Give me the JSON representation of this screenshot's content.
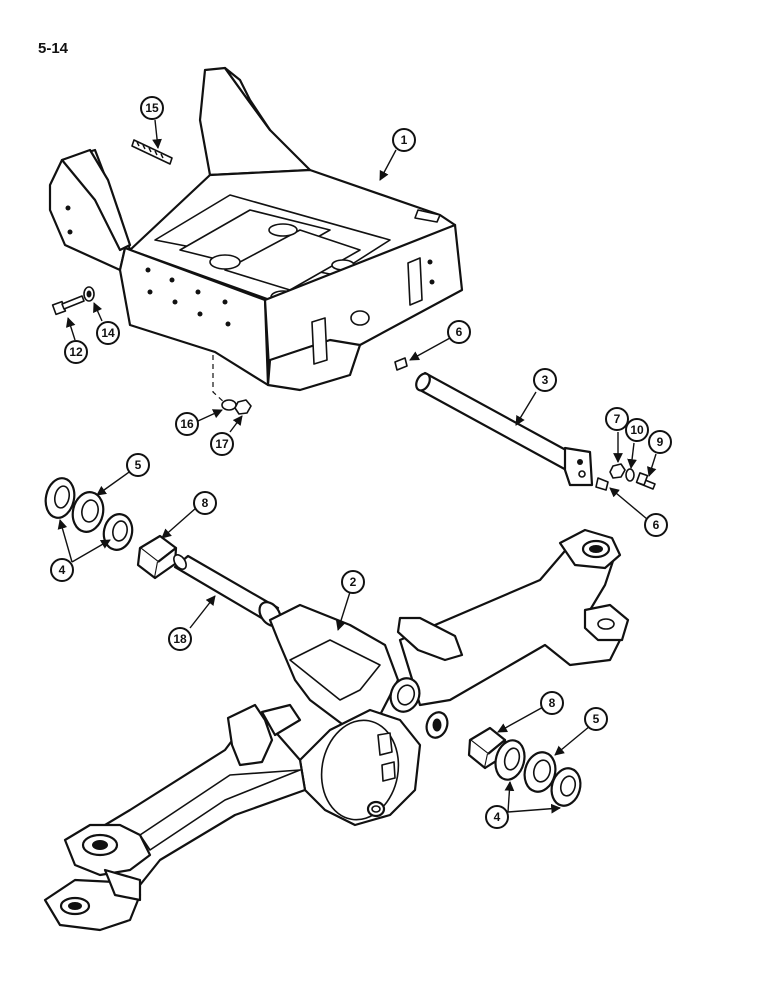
{
  "page_number": "5-14",
  "callouts": {
    "c1": "1",
    "c2": "2",
    "c3": "3",
    "c4a": "4",
    "c4b": "4",
    "c5a": "5",
    "c5b": "5",
    "c6a": "6",
    "c6b": "6",
    "c7": "7",
    "c8a": "8",
    "c8b": "8",
    "c9": "9",
    "c10": "10",
    "c12": "12",
    "c14": "14",
    "c15": "15",
    "c16": "16",
    "c17": "17",
    "c18": "18"
  }
}
